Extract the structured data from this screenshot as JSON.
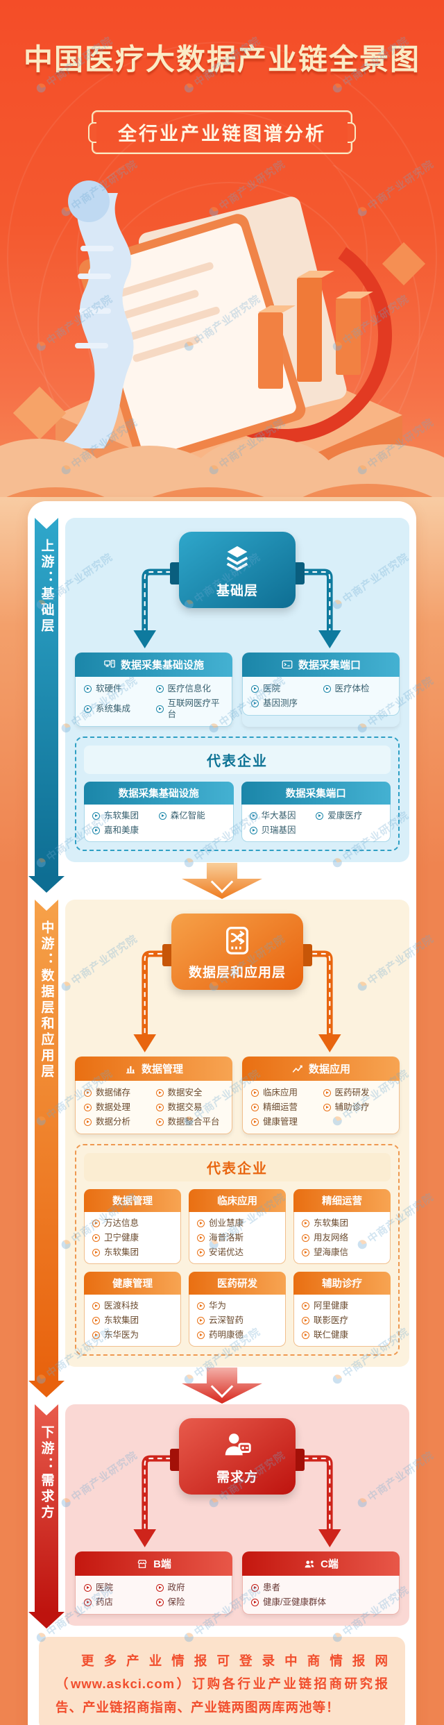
{
  "watermark": {
    "text": "中商产业研究院"
  },
  "hero": {
    "title": "中国医疗大数据产业链全景图",
    "subtitle": "全行业产业链图谱分析"
  },
  "sections": {
    "upstream": {
      "ribbon": "上游：基础层",
      "node": "基础层",
      "rep_title": "代表企业",
      "groups": [
        {
          "title": "数据采集基础设施",
          "icon": "devices-icon",
          "items": [
            "软硬件",
            "医疗信息化",
            "系统集成",
            "互联网医疗平台"
          ]
        },
        {
          "title": "数据采集端口",
          "icon": "terminal-icon",
          "items": [
            "医院",
            "医疗体检",
            "基因测序"
          ]
        }
      ],
      "rep_groups": [
        {
          "title": "数据采集基础设施",
          "companies": [
            "东软集团",
            "森亿智能",
            "嘉和美康"
          ]
        },
        {
          "title": "数据采集端口",
          "companies": [
            "华大基因",
            "爱康医疗",
            "贝瑞基因"
          ]
        }
      ]
    },
    "midstream": {
      "ribbon": "中游：数据层和应用层",
      "node": "数据层和应用层",
      "rep_title": "代表企业",
      "groups": [
        {
          "title": "数据管理",
          "icon": "bars-icon",
          "items": [
            "数据储存",
            "数据安全",
            "数据处理",
            "数据交易",
            "数据分析",
            "数据整合平台"
          ]
        },
        {
          "title": "数据应用",
          "icon": "trend-icon",
          "items": [
            "临床应用",
            "医药研发",
            "精细运营",
            "辅助诊疗",
            "健康管理"
          ]
        }
      ],
      "rep_groups": [
        {
          "title": "数据管理",
          "companies": [
            "万达信息",
            "卫宁健康",
            "东软集团"
          ]
        },
        {
          "title": "临床应用",
          "companies": [
            "创业慧康",
            "海普洛斯",
            "安诺优达"
          ]
        },
        {
          "title": "精细运营",
          "companies": [
            "东软集团",
            "用友网络",
            "望海康信"
          ]
        },
        {
          "title": "健康管理",
          "companies": [
            "医渡科技",
            "东软集团",
            "东华医为"
          ]
        },
        {
          "title": "医药研发",
          "companies": [
            "华为",
            "云深智药",
            "药明康德"
          ]
        },
        {
          "title": "辅助诊疗",
          "companies": [
            "阿里健康",
            "联影医疗",
            "联仁健康"
          ]
        }
      ]
    },
    "downstream": {
      "ribbon": "下游：需求方",
      "node": "需求方",
      "groups": [
        {
          "title": "B端",
          "icon": "store-icon",
          "items": [
            "医院",
            "政府",
            "药店",
            "保险"
          ]
        },
        {
          "title": "C端",
          "icon": "people-icon",
          "items": [
            "患者",
            "健康/亚健康群体"
          ]
        }
      ]
    }
  },
  "footer": {
    "note": "更多产业情报可登录中商情报网（www.askci.com）订购各行业产业链招商研究报告、产业链招商指南、产业链两图两库两池等！"
  },
  "colors": {
    "hero_bg": "#F4502B",
    "page_bg": "#EF8450",
    "card": "#FFFFFF",
    "upstream_accent": "#0E7A9E",
    "midstream_accent": "#E8650F",
    "downstream_accent": "#CE241B"
  }
}
